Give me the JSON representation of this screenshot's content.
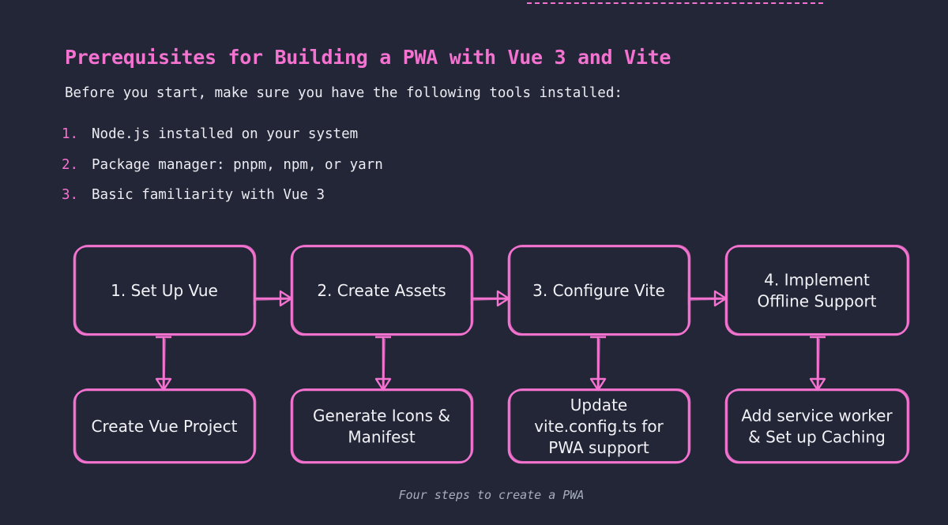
{
  "heading": "Prerequisites for Building a PWA with Vue 3 and Vite",
  "intro": "Before you start, make sure you have the following tools installed:",
  "prerequisites": [
    {
      "number": "1.",
      "text": "Node.js installed on your system"
    },
    {
      "number": "2.",
      "text": "Package manager: pnpm, npm, or yarn"
    },
    {
      "number": "3.",
      "text": "Basic familiarity with Vue 3"
    }
  ],
  "diagram": {
    "steps": [
      {
        "label": [
          "1. Set Up Vue"
        ],
        "detail": [
          "Create Vue Project"
        ]
      },
      {
        "label": [
          "2. Create Assets"
        ],
        "detail": [
          "Generate Icons &",
          "Manifest"
        ]
      },
      {
        "label": [
          "3. Configure Vite"
        ],
        "detail": [
          "Update",
          "vite.config.ts for",
          "PWA support"
        ]
      },
      {
        "label": [
          "4. Implement",
          "Offline Support"
        ],
        "detail": [
          "Add service worker",
          "& Set up Caching"
        ]
      }
    ],
    "caption": "Four steps to create a PWA"
  },
  "colors": {
    "background": "#222637",
    "accent": "#f472d0",
    "text": "#ececf2",
    "caption": "#a9adc0"
  }
}
